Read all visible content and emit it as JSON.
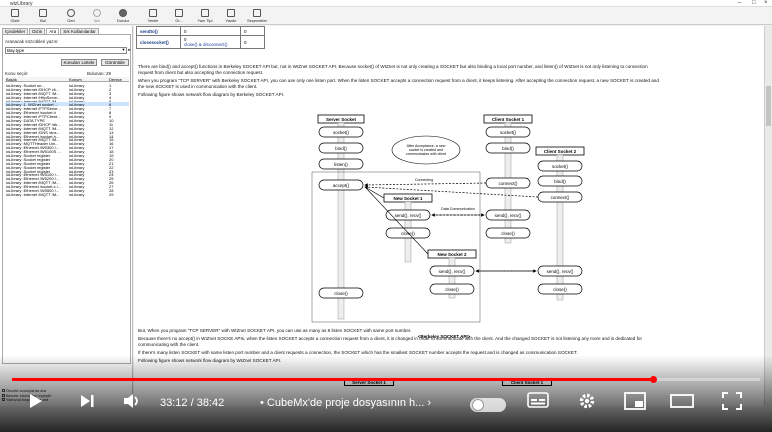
{
  "window": {
    "title": "wizLibrary"
  },
  "toolbar": [
    {
      "icon": "hide-icon",
      "label": "Gizle"
    },
    {
      "icon": "print-icon",
      "label": "Bul"
    },
    {
      "icon": "back-icon",
      "label": "Geri"
    },
    {
      "icon": "forward-icon",
      "label": "İleri"
    },
    {
      "icon": "stop-icon",
      "label": "Durdur"
    },
    {
      "icon": "refresh-icon",
      "label": "Yenile"
    },
    {
      "icon": "home-icon",
      "label": "Gi..."
    },
    {
      "icon": "font-icon",
      "label": "Yazı Tipi"
    },
    {
      "icon": "print-icon",
      "label": "Yazdır"
    },
    {
      "icon": "options-icon",
      "label": "Seçenekler"
    }
  ],
  "left": {
    "tabs": [
      "İçindekiler",
      "Dizin",
      "Ara",
      "Sık Kullanılanlar"
    ],
    "search_caption": "Aranacak sözcükleri yazın:",
    "search_value": "Bay.type",
    "list_topics_button": "Konuları Listele",
    "display_button": "Görüntüle",
    "select_topic": "Konu seçin:",
    "found": "Bulunan: 28",
    "columns": [
      "Başlık",
      "Konum",
      "Derece"
    ],
    "rows": [
      [
        "ioLibrary :Socket on...",
        "ioLibrary",
        "1"
      ],
      [
        "ioLibrary :Internet /DHCP cli...",
        "ioLibrary",
        "2"
      ],
      [
        "ioLibrary :Internet /MQTT /M...",
        "ioLibrary",
        "3"
      ],
      [
        "ioLibrary :Internet /HttpServe...",
        "ioLibrary",
        "4"
      ],
      [
        "ioLibrary :Internet /MQTT /M...",
        "ioLibrary",
        "5"
      ],
      [
        "ioLibrary :1. WIZnet socket ...",
        "ioLibrary",
        "6"
      ],
      [
        "ioLibrary :Internet /FTPServe...",
        "ioLibrary",
        "7"
      ],
      [
        "ioLibrary :Ethernet /socket.h",
        "ioLibrary",
        "8"
      ],
      [
        "ioLibrary :Internet /FTPClient...",
        "ioLibrary",
        "9"
      ],
      [
        "ioLibrary :DATA TYPE",
        "ioLibrary",
        "10"
      ],
      [
        "ioLibrary :Internet /DHCP /dh...",
        "ioLibrary",
        "11"
      ],
      [
        "ioLibrary :Internet /MQTT /M...",
        "ioLibrary",
        "12"
      ],
      [
        "ioLibrary :Internet /DNS /dns...",
        "ioLibrary",
        "13"
      ],
      [
        "ioLibrary :Ethernet /socket.h...",
        "ioLibrary",
        "14"
      ],
      [
        "ioLibrary :Internet /MQTT /M...",
        "ioLibrary",
        "15"
      ],
      [
        "ioLibrary :MQTTHeader Uni...",
        "ioLibrary",
        "16"
      ],
      [
        "ioLibrary :Ethernet /W5300 /...",
        "ioLibrary",
        "17"
      ],
      [
        "ioLibrary :Ethernet /W5100S ...",
        "ioLibrary",
        "18"
      ],
      [
        "ioLibrary :Socket register",
        "ioLibrary",
        "19"
      ],
      [
        "ioLibrary :Socket register",
        "ioLibrary",
        "20"
      ],
      [
        "ioLibrary :Socket register",
        "ioLibrary",
        "21"
      ],
      [
        "ioLibrary :Socket register",
        "ioLibrary",
        "22"
      ],
      [
        "ioLibrary :Socket register",
        "ioLibrary",
        "23"
      ],
      [
        "ioLibrary :Ethernet /W5100 /...",
        "ioLibrary",
        "24"
      ],
      [
        "ioLibrary :Ethernet /W5200 /...",
        "ioLibrary",
        "25"
      ],
      [
        "ioLibrary :Internet /MQTT /M...",
        "ioLibrary",
        "26"
      ],
      [
        "ioLibrary :Ethernet /socket.c /...",
        "ioLibrary",
        "27"
      ],
      [
        "ioLibrary :Ethernet /W5500 /...",
        "ioLibrary",
        "28"
      ],
      [
        "ioLibrary :Internet /MQTT /M...",
        "ioLibrary",
        "29"
      ]
    ],
    "selected_row": 5,
    "bottom_options": [
      "Önceki sonuçlarda ara",
      "Benzer sözcükleri eşleştir",
      "Yalnızca başlıklarda ara"
    ]
  },
  "content": {
    "table": [
      {
        "name": "sendto()",
        "value": "0",
        "result": "0"
      },
      {
        "name": "closesocket()",
        "value_lines": [
          "0",
          "close() & disconnect()"
        ],
        "result": "0"
      }
    ],
    "p1": "There are bind() and accept() functions in Berkeley SOCKET API but, not in WIZnet SOCKET API. Because socket() of WIZnet is not only creating a SOCKET but also binding a local port number, and listen() of WIZnet is not only listening to connection",
    "p1b": "request from client but also accepting the connection request.",
    "p2": "When you program \"TCP SERVER\" with Berkeley SOCKET API, you can use only one listen port. When the listen SOCKET accepts a connection request from a client, it keeps listening. After accepting the connection request, a new SOCKET is created and",
    "p2b": "the new SOCKET is used in communication with the client.",
    "p3": "Following figure shows network flow diagram by Berkeley SOCKET API.",
    "p4": "But, When you program \"TCP SERVER\" with WIZnet SOCKET API, you can use as many as 8 listen SOCKET with same port number.",
    "p5": "Because there's no accept() in WIZnet SOCKE APIs, when the listen SOCKET accepts a connection request from a client, it is changed in order to communicate with the client. And the changed SOCKET is not listening any more and is dedicated for",
    "p5b": "communicating with the client.",
    "p6": "If there's many listen SOCKET with same listen port number and a client requests a connection, the SOCKET which has the smallest SOCKET number accepts the request and is changed as communication SOCKET.",
    "p7": "Following figure shows network flow diagram by WIZnet SOCKET API.",
    "diagram": {
      "server_socket": "Server Socket",
      "client_socket_1": "Client Socket 1",
      "client_socket_2": "Client Socket 2",
      "new_socket_1": "New Socket 1",
      "new_socket_2": "New Socket 2",
      "socket": "socket()",
      "bind": "bind()",
      "listen": "listen()",
      "accept": "accept()",
      "connect": "connect()",
      "send_recv": "send(), recv()",
      "close": "close()",
      "connecting": "Connecting",
      "data_comm": "Data Communication",
      "note": "After Acceptance, a new socket is created and communicates with client",
      "caption": "<Berkeley SOCKET API>"
    },
    "bottom_labels": [
      "Server Socket 1",
      "Client Socket 1"
    ]
  },
  "player": {
    "time": "33:12 / 38:42",
    "title": "CubeMx'de proje dosyasının h...",
    "progress": 0.857,
    "colors": {
      "progress": "#ff0000"
    }
  }
}
